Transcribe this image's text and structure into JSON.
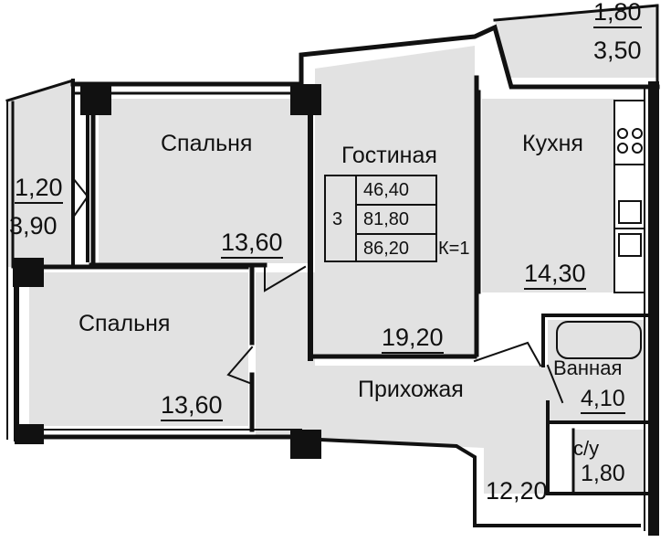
{
  "rooms": {
    "bedroom_top": {
      "name": "Спальня",
      "area": "13,60"
    },
    "bedroom_left": {
      "name": "Спальня",
      "area": "13,60"
    },
    "living": {
      "name": "Гостиная",
      "area": "19,20"
    },
    "kitchen": {
      "name": "Кухня",
      "area": "14,30"
    },
    "hall": {
      "name": "Прихожая",
      "area": "12,20"
    },
    "bathroom": {
      "name": "Ванная",
      "area": "4,10"
    },
    "wc": {
      "name": "с/у",
      "area": "1,80"
    },
    "balcony_left": {
      "coef": "1,20",
      "area": "3,90"
    },
    "balcony_top": {
      "coef": "1,80",
      "area": "3,50"
    }
  },
  "summary": {
    "rooms_count": "3",
    "living_area": "46,40",
    "total_area": "81,80",
    "total_with_balcony": "86,20",
    "coef": "К=1"
  },
  "colors": {
    "floor": "#e2e2e2",
    "wall": "#111111",
    "background": "#ffffff"
  }
}
